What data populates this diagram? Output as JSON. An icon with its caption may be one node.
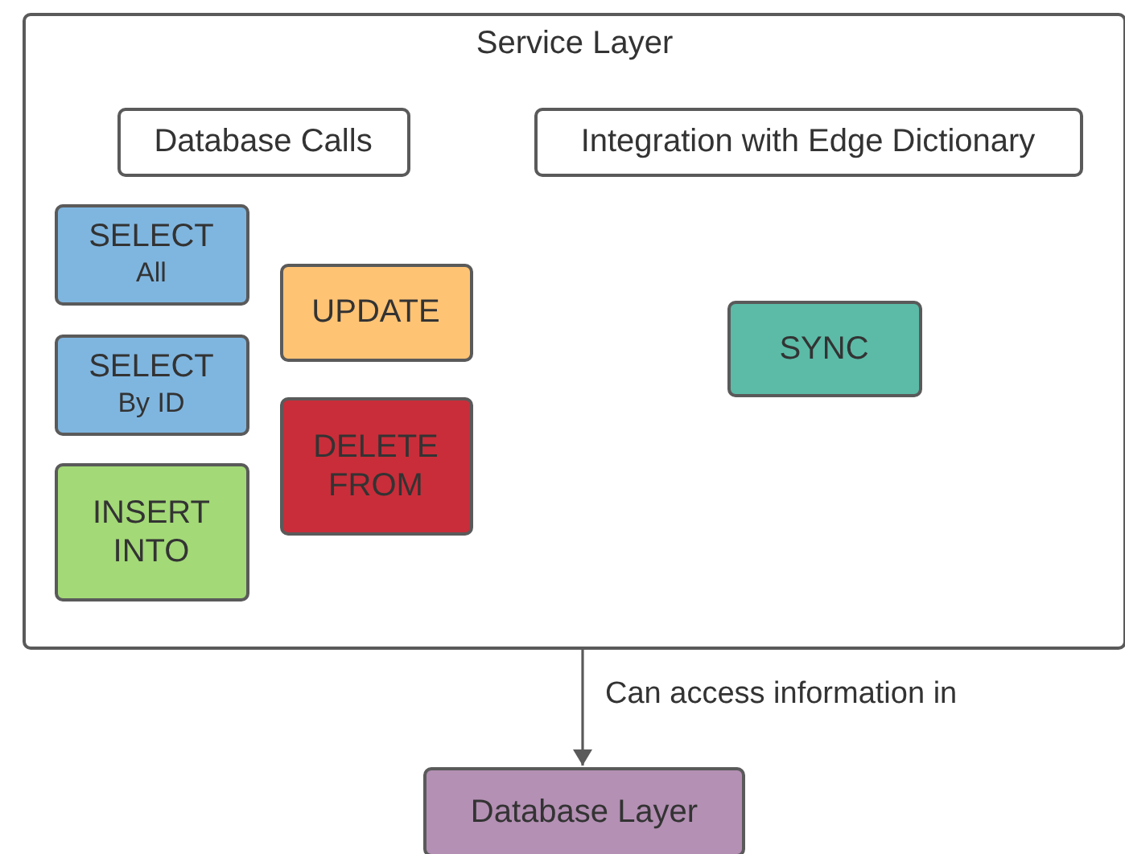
{
  "diagram": {
    "nodes": [
      {
        "text": [
          "Service Layer"
        ]
      },
      {
        "text": [
          "Database Calls"
        ],
        "in": 0
      },
      {
        "text": [
          "Integration with Edge Dictionary"
        ],
        "in": 0
      },
      {
        "text": [
          "SELECT",
          "All"
        ],
        "in": 0
      },
      {
        "text": [
          "SELECT",
          "By ID"
        ],
        "in": 0
      },
      {
        "text": [
          "INSERT INTO"
        ],
        "in": 0
      },
      {
        "text": [
          "UPDATE"
        ],
        "in": 0
      },
      {
        "text": [
          "DELETE FROM"
        ],
        "in": 0
      },
      {
        "text": [
          "SYNC"
        ],
        "in": 0
      },
      {
        "text": [
          "Database Layer"
        ]
      }
    ],
    "edges": [
      {
        "from": 0,
        "to": 9,
        "arrow": "to",
        "label": "Can access information in"
      }
    ]
  }
}
